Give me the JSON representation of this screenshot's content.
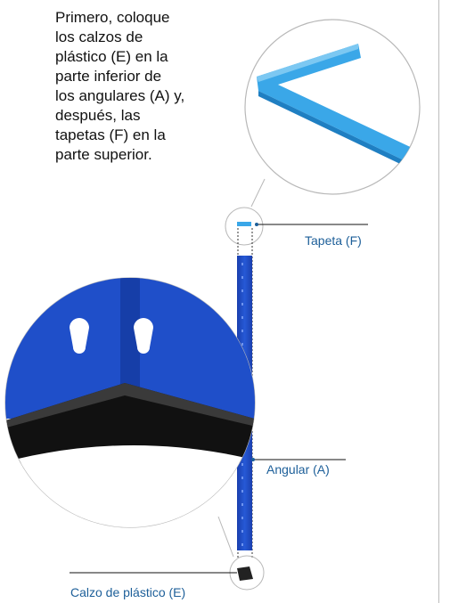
{
  "instruction": {
    "text": "Primero, coloque\nlos calzos de\nplástico (E) en la\nparte inferior de\nlos angulares (A) y,\ndespués, las\ntapetas (F) en la\nparte superior."
  },
  "labels": {
    "tapeta": "Tapeta (F)",
    "angular": "Angular (A)",
    "calzo": "Calzo de plástico (E)"
  },
  "colors": {
    "text": "#111111",
    "callout_text": "#1d5f99",
    "angle_blue": "#1f4fc9",
    "cap_blue": "#3aa7e8",
    "foot_black": "#1a1a1a"
  }
}
